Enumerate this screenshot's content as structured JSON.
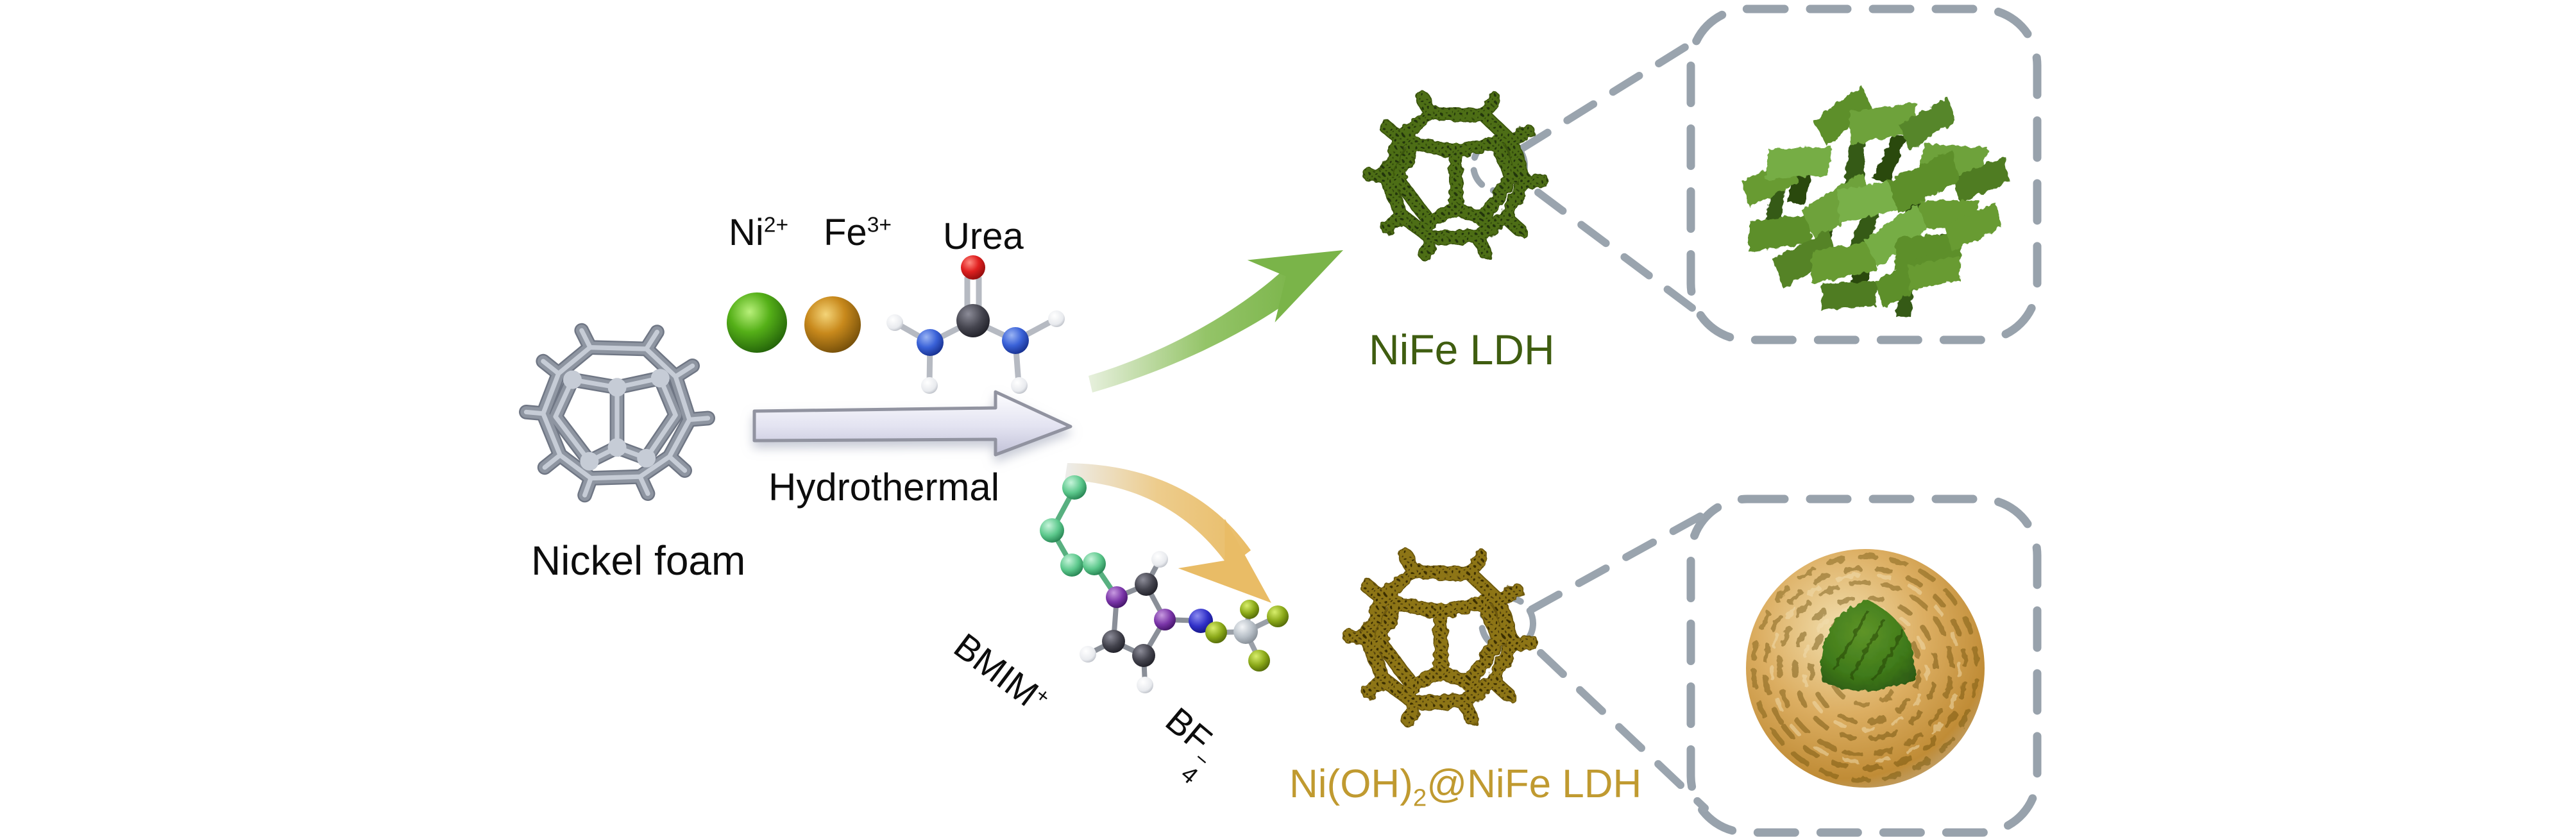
{
  "figure": {
    "labels": {
      "nickel_foam": "Nickel foam",
      "ni_ion": {
        "base": "Ni",
        "sup": "2+"
      },
      "fe_ion": {
        "base": "Fe",
        "sup": "3+"
      },
      "urea": "Urea",
      "hydrothermal": "Hydrothermal",
      "bmim": {
        "base": "BMIM",
        "sup": "+"
      },
      "bf4": {
        "base": "BF",
        "sub": "4",
        "sup": "−"
      },
      "nife_ldh": "NiFe LDH",
      "nioh2_nife_ldh": {
        "pre": "Ni(OH)",
        "sub": "2",
        "post": "@NiFe LDH"
      }
    },
    "colors": {
      "nickel_foam_gray": "#858c99",
      "nife_foam_green": "#4e6e12",
      "nioh2_foam_gold": "#8d7414",
      "nife_ldh_label_green": "#3f5d10",
      "nioh2_label_gold": "#c09a30",
      "green_arrow": "#7ab449",
      "gold_arrow": "#e9bc66",
      "gray_arrow_fill": "#dcdcEC",
      "dashed_outline_gray": "#98a2ac",
      "ni_ion_sphere_green": "#46a010",
      "fe_ion_sphere_gold": "#c8891c",
      "urea_oxygen_red": "#e02020",
      "urea_carbon_dark": "#3a3a42",
      "urea_nitrogen_blue": "#2a4fc0",
      "bmim_chain_mint": "#5cc88c",
      "bmim_nitrogen_purple": "#7a35a8",
      "bmim_methyl_blue": "#3030c8",
      "bf4_fluorine_olive": "#8aa818",
      "bf4_boron_silver": "#b7bfc7"
    }
  }
}
